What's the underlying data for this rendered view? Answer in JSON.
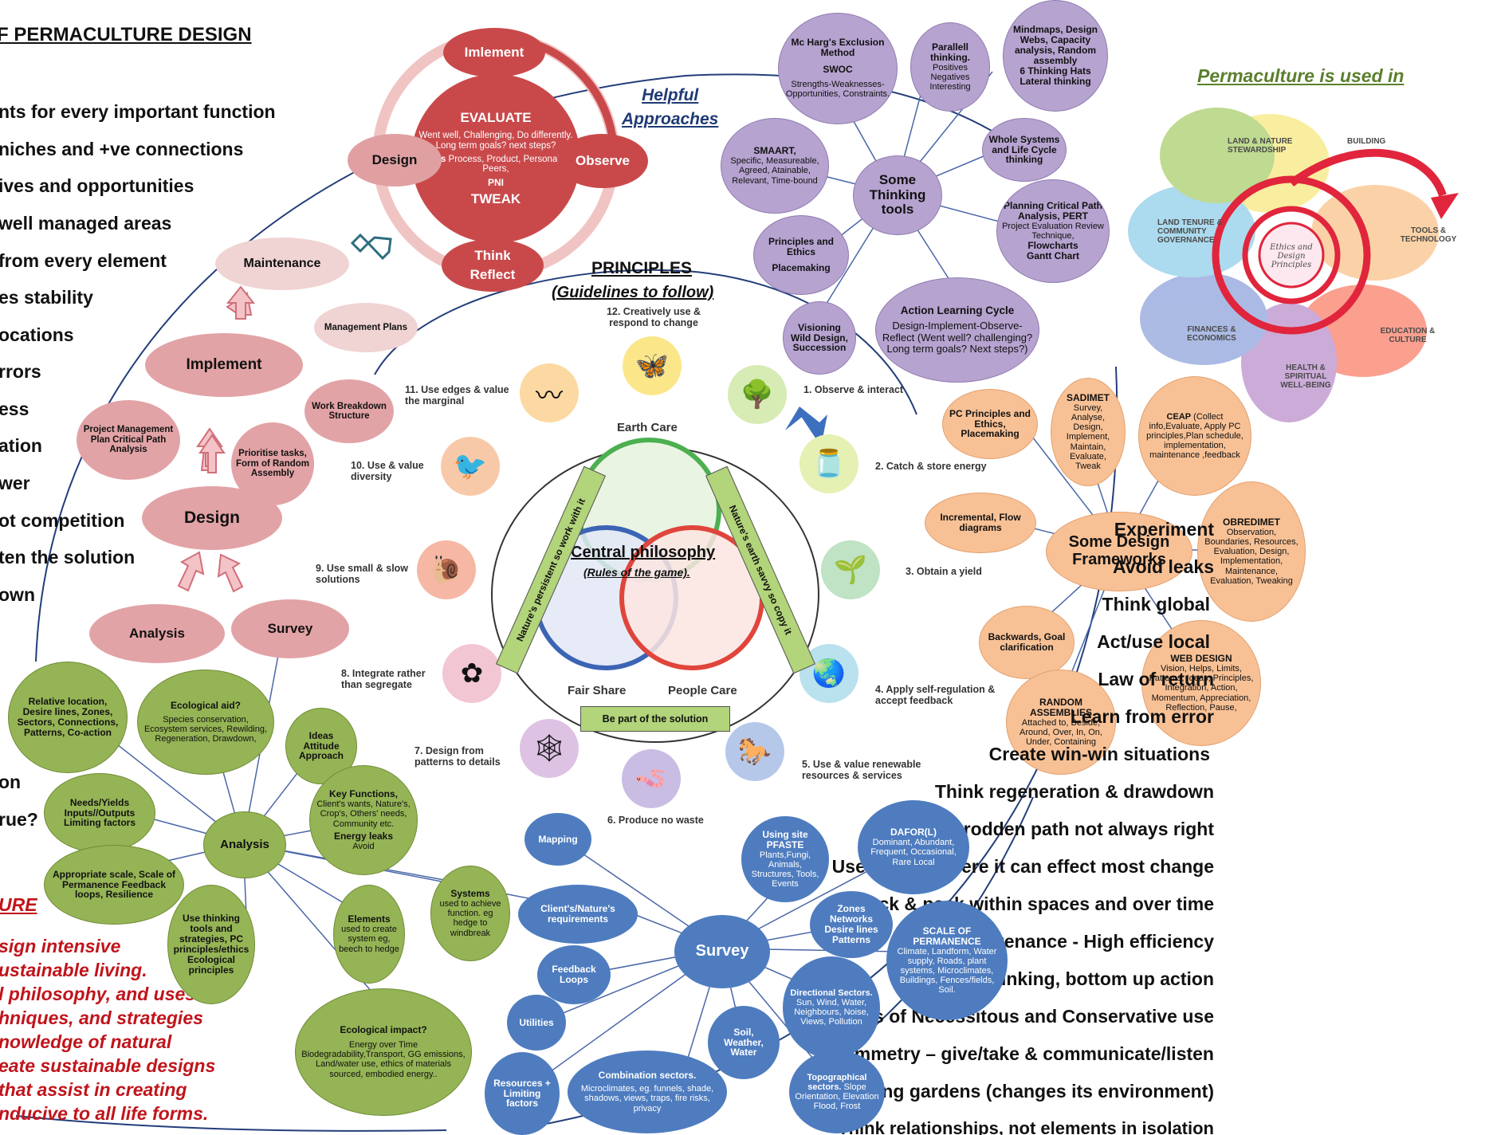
{
  "title_fragment": "F PERMACULTURE DESIGN",
  "left_list": [
    "nts for every important function",
    "niches and +ve connections",
    "ives and opportunities",
    "well managed areas",
    "from every element",
    "es stability",
    "ocations",
    "rrors",
    "ess",
    "ation",
    "wer",
    "ot competition",
    "ten the solution",
    "own"
  ],
  "left_extra": [
    "on",
    "rue?"
  ],
  "definition": {
    "title": "URE",
    "lines": [
      "sign intensive",
      "ustainable living.",
      "l philosophy, and uses",
      "hniques, and strategies",
      "nowledge of natural",
      "eate sustainable designs",
      "that assist in creating",
      "nducive to all life forms."
    ]
  },
  "cycle": {
    "implement": "Imlement",
    "design": "Design",
    "observe": "Observe",
    "think_reflect": [
      "Think",
      "Reflect"
    ],
    "evaluate_title": "EVALUATE",
    "evaluate_text": "Went well, Challenging, Do differently. Long term goals? next steps?",
    "fourps_bold": "4Ps",
    "fourps_text": " Process, Product, Personal, Peers,",
    "pni": "PNI",
    "tweak": "TWEAK"
  },
  "helpful_approaches": [
    "Helpful",
    "Approaches"
  ],
  "process": {
    "maintenance": "Maintenance",
    "management_plans": "Management Plans",
    "implement": "Implement",
    "project_management": "Project Management Plan Critical Path Analysis",
    "work_breakdown": "Work Breakdown Structure",
    "prioritise": "Prioritise tasks, Form of Random Assembly",
    "design": "Design",
    "analysis": "Analysis",
    "survey": "Survey"
  },
  "thinking_tools": {
    "center": "Some Thinking tools",
    "mcharg_title": "Mc Harg's Exclusion Method",
    "swoc_title": "SWOC",
    "swoc_text": "Strengths-Weaknesses-Opportunities, Constraints.",
    "parallel_title": "Parallell thinking.",
    "parallel_lines": [
      "Positives",
      "Negatives",
      "Interesting"
    ],
    "mindmaps_title": "Mindmaps, Design Webs, Capacity analysis, Random assembly",
    "mindmaps_hats": "6 Thinking Hats",
    "mindmaps_lateral": "Lateral thinking",
    "smaart_title": "SMAART,",
    "smaart_text": "Specific, Measureable, Agreed, Atainable, Relevant, Time-bound",
    "whole_systems": "Whole Systems and Life Cycle thinking",
    "planning_title": "Planning Critical Path Analysis, PERT",
    "planning_text": "Project Evaluation Review Technique,",
    "planning_flow": "Flowcharts",
    "planning_gantt": "Gantt Chart",
    "principles_ethics": "Principles and Ethics",
    "placemaking": "Placemaking",
    "visioning": "Visioning Wild Design, Succession",
    "alc_title": "Action Learning Cycle",
    "alc_text": "Design-Implement-Observe-Reflect (Went well? challenging? Long term goals? Next steps?)"
  },
  "principles": {
    "heading": "PRINCIPLES",
    "subheading": "(Guidelines to follow)",
    "items": [
      {
        "label": "12. Creatively use & respond to change",
        "icon": "butterfly-icon",
        "glyph": "🦋",
        "color": "#fbe78a"
      },
      {
        "label": "1. Observe & interact",
        "icon": "tree-icon",
        "glyph": "🌳",
        "color": "#d7ebb5"
      },
      {
        "label": "2. Catch & store energy",
        "icon": "jar-icon",
        "glyph": "🫙",
        "color": "#e5f0b3"
      },
      {
        "label": "3. Obtain a yield",
        "icon": "plant-icon",
        "glyph": "🌱",
        "color": "#bfe3c4"
      },
      {
        "label": "4.  Apply self-regulation & accept feedback",
        "icon": "globe-icon",
        "glyph": "🌏",
        "color": "#b9e1ee"
      },
      {
        "label": "5. Use & value renewable resources & services",
        "icon": "horse-icon",
        "glyph": "🐎",
        "color": "#b5c8ea"
      },
      {
        "label": "6. Produce no waste",
        "icon": "worm-icon",
        "glyph": "🪱",
        "color": "#c9bde3"
      },
      {
        "label": "7. Design from patterns to details",
        "icon": "spiderweb-icon",
        "glyph": "🕸",
        "color": "#dec2e4"
      },
      {
        "label": "8. Integrate rather than segregate",
        "icon": "flower-icon",
        "glyph": "✿",
        "color": "#f2c6d3"
      },
      {
        "label": "9. Use small & slow solutions",
        "icon": "snail-icon",
        "glyph": "🐌",
        "color": "#f6b7a5"
      },
      {
        "label": "10. Use & value diversity",
        "icon": "hummingbird-icon",
        "glyph": "🐦",
        "color": "#f8c9a9"
      },
      {
        "label": "11. Use edges & value the marginal",
        "icon": "river-icon",
        "glyph": "〰",
        "color": "#fcd9a2"
      }
    ]
  },
  "central": {
    "earth_care": "Earth Care",
    "fair_share": "Fair Share",
    "people_care": "People Care",
    "title": "Central philosophy",
    "subtitle": "(Rules of the game).",
    "left_bar": "Nature's persistent so work with it",
    "right_bar": "Nature's earth savvy so copy it",
    "bottom_bar": "Be part of the solution"
  },
  "used_in": {
    "title": "Permaculture is used in",
    "center": "Ethics and Design Principles",
    "petals": [
      "LAND & NATURE STEWARDSHIP",
      "BUILDING",
      "TOOLS & TECHNOLOGY",
      "EDUCATION & CULTURE",
      "HEALTH & SPIRITUAL WELL-BEING",
      "FINANCES & ECONOMICS",
      "LAND TENURE & COMMUNITY GOVERNANCE"
    ]
  },
  "frameworks": {
    "center": "Some Design Frameworks",
    "pc_principles": "PC Principles and Ethics, Placemaking",
    "sadimet_title": "SADIMET",
    "sadimet_text": "Survey, Analyse, Design, Implement, Maintain, Evaluate, Tweak",
    "ceap_title": "CEAP",
    "ceap_text": " (Collect info,Evaluate, Apply PC principles,Plan schedule, implementation, maintenance ,feedback",
    "incremental": "Incremental, Flow diagrams",
    "obredimet_title": "OBREDIMET",
    "obredimet_text": "Observation, Boundaries, Resources, Evaluation, Design, Implementation, Maintenance, Evaluation, Tweaking",
    "backwards": "Backwards, Goal clarification",
    "web_title": "WEB DESIGN",
    "web_text": "Vision, Helps, Limits, Patterns, Ideas, Principles, Integration, Action, Momentum, Appreciation, Reflection, Pause,",
    "random_title": "RANDOM ASSEMBLIES",
    "random_text": "Attached to, Beside, Around, Over, In, On, Under, Containing"
  },
  "right_list": [
    "Experiment",
    "Avoid leaks",
    "Think global",
    "Act/use local",
    "Law of return",
    "Learn from error",
    "Create win-win situations",
    "Think regeneration & drawdown",
    "Well-trodden path not always right",
    "Use energy where it can effect most change",
    "Stack & pack within spaces and over time",
    "Low maintenance -  High efficiency",
    "Top down thinking, bottom up action",
    "Laws of Necessitous and Conservative use",
    "Symmetry – give/take  & communicate/listen",
    "Everything gardens (changes its environment)",
    "Think relationships, not elements in isolation"
  ],
  "analysis": {
    "center": "Analysis",
    "relative": "Relative location, Desire lines, Zones, Sectors, Connections, Patterns, Co-action",
    "eco_aid_title": "Ecological aid?",
    "eco_aid_text": "Species conservation, Ecosystem services, Rewilding, Regeneration, Drawdown,",
    "ideas": "Ideas Attitude Approach",
    "needs": "Needs/Yields Inputs//Outputs Limiting factors",
    "key_title": "Key Functions,",
    "key_text": "Client's wants, Nature's, Crop's, Others' needs, Community etc.",
    "key_leaks": "Energy leaks",
    "key_avoid": "Avoid",
    "scale": "Appropriate scale, Scale of Permanence Feedback loops, Resilience",
    "thinking_tools": "Use thinking tools and strategies, PC principles/ethics Ecological principles",
    "elements_title": "Elements",
    "elements_text": "used to create system eg, beech to hedge",
    "systems_title": "Systems",
    "systems_text": "used to achieve function. eg hedge to windbreak",
    "impact_title": "Ecological impact?",
    "impact_text": "Energy over Time Biodegradability,Transport, GG emissions, Land/water use, ethics of materials sourced, embodied energy.."
  },
  "survey": {
    "center": "Survey",
    "mapping": "Mapping",
    "site_title": "Using site PFASTE",
    "site_text": "Plants,Fungi, Animals, Structures, Tools, Events",
    "dafor_title": "DAFOR(L)",
    "dafor_text": "Dominant, Abundant, Frequent, Occasional, Rare Local",
    "clients": "Client's/Nature's requirements",
    "zones": "Zones Networks Desire lines Patterns",
    "permanence_title": "SCALE OF PERMANENCE",
    "permanence_text": "Climate, Landform, Water supply, Roads, plant systems, Microclimates, Buildings, Fences/fields, Soil.",
    "feedback": "Feedback Loops",
    "directional_title": "Directional Sectors.",
    "directional_text": " Sun, Wind, Water, Neighbours, Noise, Views, Pollution",
    "utilities": "Utilities",
    "soil": "Soil, Weather, Water",
    "resources": "Resources + Limiting factors",
    "combo_title": "Combination sectors.",
    "combo_text": "Microclimates, eg. funnels, shade, shadows, views, traps, fire risks, privacy",
    "topo_title": "Topographical sectors.",
    "topo_text": " Slope Orientation, Elevation Flood, Frost"
  },
  "colors": {
    "purple": "#b6a3d0",
    "red": "#c9494b",
    "green": "#95b455",
    "blue": "#4e7cbf",
    "orange": "#f8c195",
    "pink": "#e2a3a6",
    "title_green": "#5b7f2d",
    "def_red": "#c0141b",
    "accent_blue": "#1f4e9e"
  }
}
